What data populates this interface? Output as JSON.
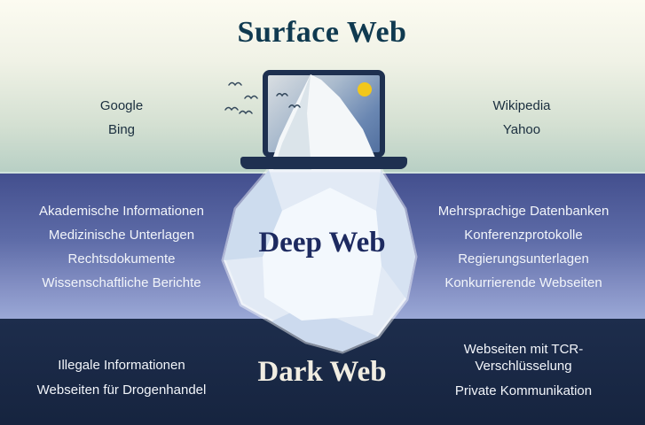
{
  "surface": {
    "title": "Surface Web",
    "left": [
      "Google",
      "Bing"
    ],
    "right": [
      "Wikipedia",
      "Yahoo"
    ]
  },
  "deep": {
    "title": "Deep Web",
    "left": [
      "Akademische Informationen",
      "Medizinische Unterlagen",
      "Rechtsdokumente",
      "Wissenschaftliche Berichte"
    ],
    "right": [
      "Mehrsprachige Datenbanken",
      "Konferenzprotokolle",
      "Regierungsunterlagen",
      "Konkurrierende Webseiten"
    ]
  },
  "dark": {
    "title": "Dark Web",
    "left": [
      "Illegale Informationen",
      "Webseiten für Drogenhandel"
    ],
    "right": [
      "Webseiten mit TCR-Verschlüsselung",
      "Private Kommunikation"
    ]
  },
  "icons": {
    "laptop": "laptop-icon",
    "sun": "sun-icon",
    "birds": "bird-icons",
    "iceberg": "iceberg-illustration"
  },
  "colors": {
    "surface_title": "#103a50",
    "surface_label": "#1a2e3e",
    "deep_bg_top": "#434f8e",
    "deep_bg_bottom": "#9aa8d6",
    "deep_title": "#1d2a60",
    "dark_bg": "#16243f",
    "dark_title": "#f1ede2",
    "light_label": "#f2f5fa",
    "sun": "#f2c71b",
    "laptop_frame": "#1e3050",
    "iceberg_above": "#f4f7f9",
    "iceberg_below": "#e2eaf5"
  }
}
